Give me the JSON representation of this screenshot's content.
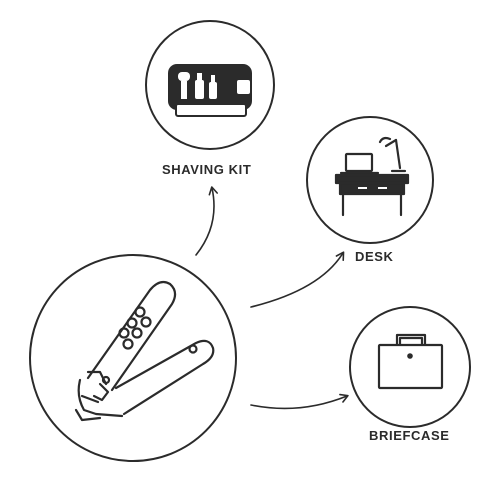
{
  "labels": {
    "shaving_kit": "SHAVING KIT",
    "desk": "DESK",
    "briefcase": "BRIEFCASE"
  },
  "icons": {
    "center": "nail-clipper-icon",
    "shaving_kit": "shaving-kit-icon",
    "desk": "desk-icon",
    "briefcase": "briefcase-icon"
  },
  "colors": {
    "stroke": "#2b2b2b",
    "background": "#ffffff"
  }
}
